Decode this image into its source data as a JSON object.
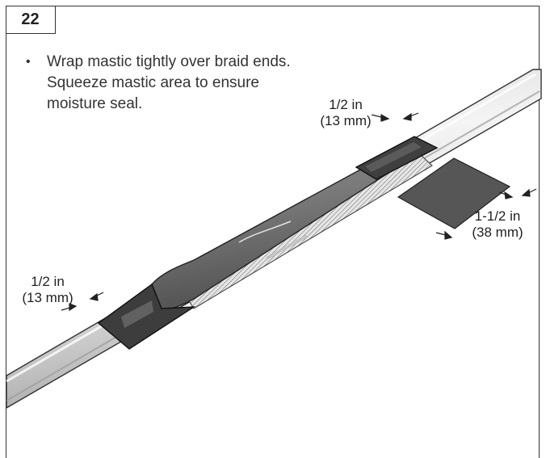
{
  "step": {
    "number": "22"
  },
  "instructions": [
    {
      "bullet": "•",
      "text": "Wrap mastic tightly over braid ends. Squeeze mastic area to ensure moisture seal."
    }
  ],
  "dimensions": {
    "top_braid": {
      "imperial": "1/2 in",
      "metric": "(13 mm)"
    },
    "mastic_width": {
      "imperial": "1-1/2 in",
      "metric": "(38 mm)"
    },
    "left_braid": {
      "imperial": "1/2 in",
      "metric": "(13 mm)"
    }
  }
}
